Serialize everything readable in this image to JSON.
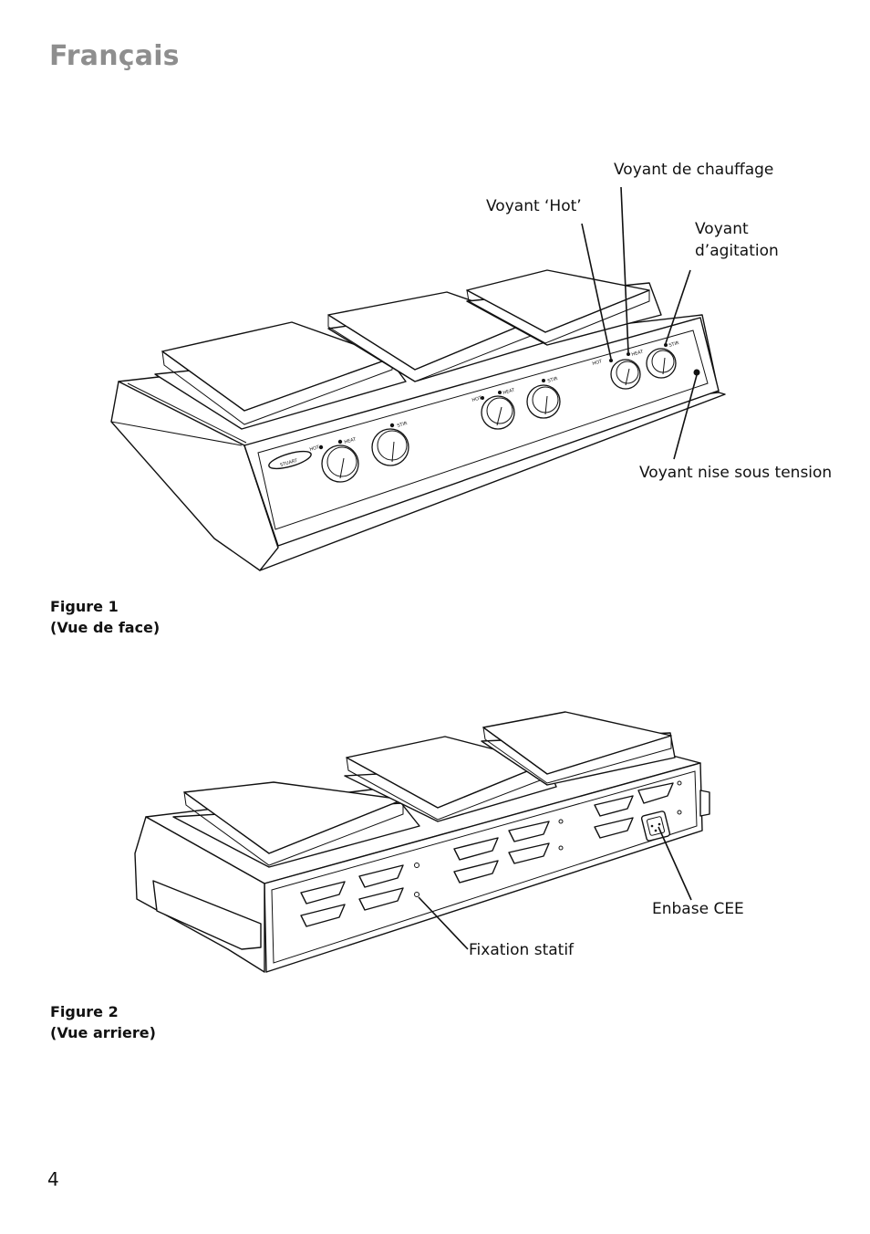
{
  "page": {
    "heading": "Français",
    "page_number": "4"
  },
  "figure1": {
    "caption_line1": "Figure 1",
    "caption_line2": "(Vue de face)",
    "labels": {
      "heat_light": "Voyant de chauffage",
      "hot_light": "Voyant ‘Hot’",
      "stir_light_line1": "Voyant",
      "stir_light_line2": "d’agitation",
      "power_light": "Voyant nise sous tension"
    },
    "panel_markings": {
      "brand": "STUART",
      "hot": "HOT",
      "heat": "HEAT",
      "stir": "STIR"
    }
  },
  "figure2": {
    "caption_line1": "Figure 2",
    "caption_line2": "(Vue arriere)",
    "labels": {
      "iec_inlet": "Enbase CEE",
      "stand_fixing": "Fixation statif"
    }
  }
}
